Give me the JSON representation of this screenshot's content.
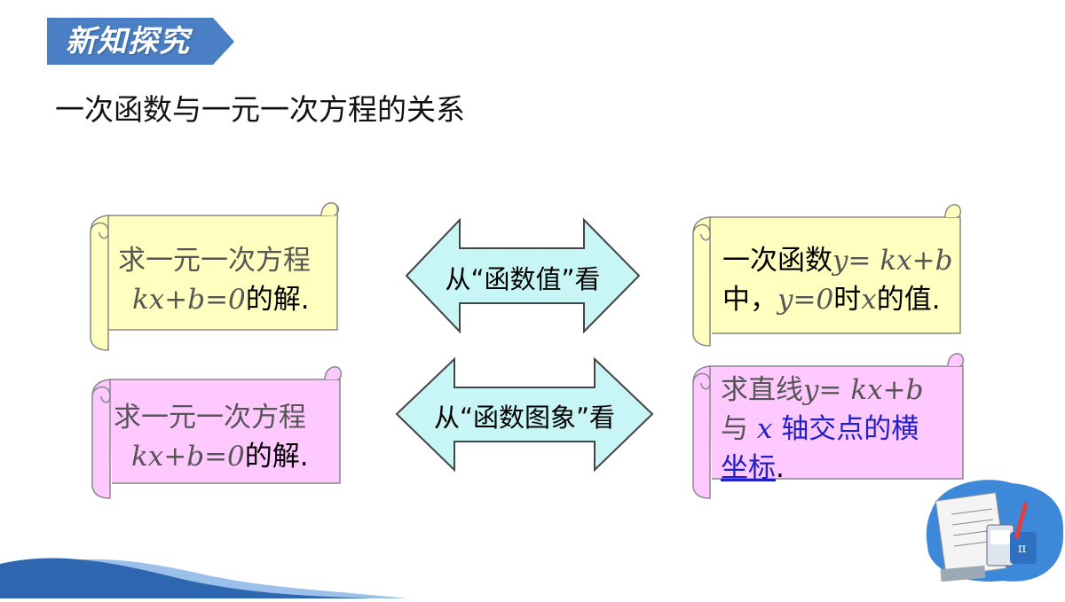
{
  "header": {
    "title": "新知探究"
  },
  "section": {
    "subtitle": "一次函数与一元一次方程的关系"
  },
  "scroll_top_left": {
    "line1": "求一元一次方程",
    "eq": "kx+b=0",
    "suffix": "的解."
  },
  "scroll_bottom_left": {
    "line1": "求一元一次方程",
    "eq": "kx+b=0",
    "suffix": "的解."
  },
  "arrow_top": {
    "label": "从“函数值”看"
  },
  "arrow_bottom": {
    "label": "从“函数图象”看"
  },
  "scroll_top_right": {
    "line1_pre": "一次函数",
    "line1_eq": "y= kx+b",
    "line2_pre": "中，",
    "line2_eq": "y=0",
    "line2_mid": "时",
    "line2_var": "x",
    "line2_post": "的值."
  },
  "scroll_bottom_right": {
    "line1_pre": "求直线",
    "line1_eq": "y= kx+b",
    "line2_pre": "与 ",
    "line2_var": "x",
    "line2_mid": " 轴交点的",
    "line2_blue": "横",
    "line3_blue": "坐标",
    "line3_post": "."
  },
  "colors": {
    "banner": "#4a7fc6",
    "scroll_yellow": "#ffffc0",
    "scroll_pink": "#ffc8ff",
    "arrow_fill": "#c8f5f5",
    "wave_dark": "#2f66b0",
    "wave_light": "#9bc0ea"
  }
}
